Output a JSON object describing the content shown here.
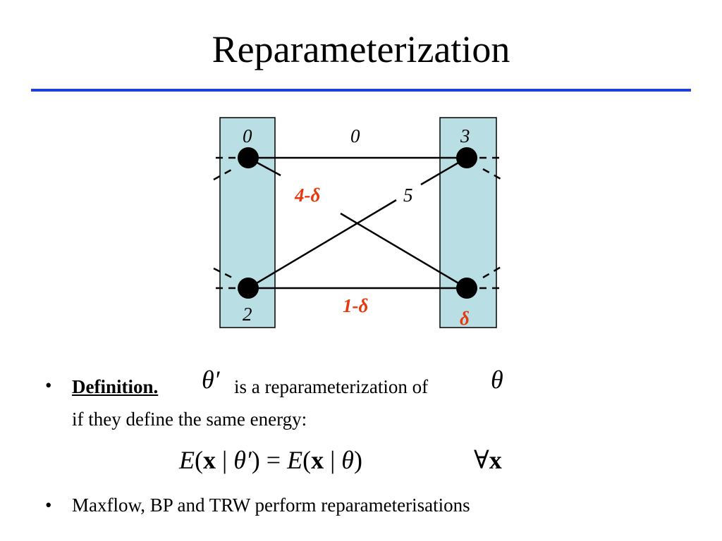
{
  "slide": {
    "title": "Reparameterization",
    "rule_color": "#1f3fd6"
  },
  "diagram": {
    "column_fill": "#b9dfe4",
    "red": "#e8380d",
    "labels": {
      "top_left": "0",
      "top_middle": "0",
      "top_right": "3",
      "cross": "5",
      "cross_red": "4-δ",
      "bottom_middle_red": "1-δ",
      "bottom_left": "2",
      "bottom_right_red": "δ"
    }
  },
  "definition": {
    "bullet": "•",
    "label": "Definition.",
    "theta_prime": "θ′",
    "text": "is a reparameterization of",
    "theta": "θ",
    "line2": "if they define the same energy:"
  },
  "equation": {
    "lhs_E": "E",
    "lhs_open": "(",
    "x": "x",
    "bar": " | ",
    "theta_prime": "θ′",
    "close_eq": ") = ",
    "rhs_E": "E",
    "rhs_open": "(",
    "x2": "x",
    "bar2": " | ",
    "theta": "θ",
    "rhs_close": ")",
    "forall": "∀",
    "forall_x": "x"
  },
  "bullet2": {
    "bullet": "•",
    "text": "Maxflow, BP and TRW perform reparameterisations"
  }
}
